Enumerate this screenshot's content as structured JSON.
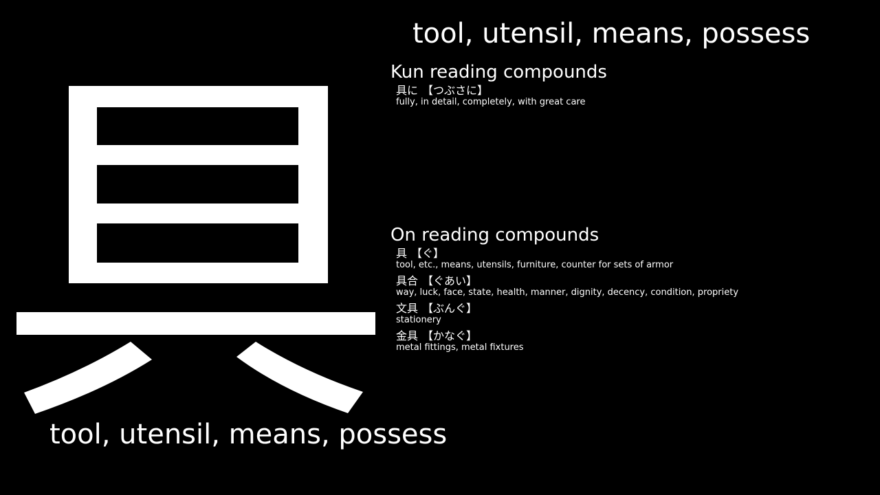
{
  "kanji": {
    "character": "具",
    "meaning": "tool, utensil, means, possess"
  },
  "header": {
    "meaning": "tool, utensil, means, possess"
  },
  "kun": {
    "heading": "Kun reading compounds",
    "compounds": [
      {
        "word": "具に",
        "reading": "【つぶさに】",
        "meaning": "fully, in detail, completely, with great care"
      }
    ]
  },
  "on": {
    "heading": "On reading compounds",
    "compounds": [
      {
        "word": "具",
        "reading": "【ぐ】",
        "meaning": "tool, etc., means, utensils, furniture, counter for sets of armor"
      },
      {
        "word": "具合",
        "reading": "【ぐあい】",
        "meaning": "way, luck, face, state, health, manner, dignity, decency, condition, propriety"
      },
      {
        "word": "文具",
        "reading": "【ぶんぐ】",
        "meaning": "stationery"
      },
      {
        "word": "金具",
        "reading": "【かなぐ】",
        "meaning": "metal fittings, metal fixtures"
      }
    ]
  },
  "colors": {
    "background": "#000000",
    "foreground": "#ffffff"
  }
}
